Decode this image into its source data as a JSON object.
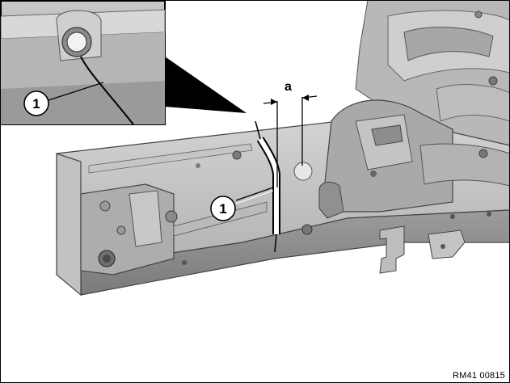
{
  "callouts": {
    "detail": "1",
    "main": "1"
  },
  "dimension": {
    "label": "a"
  },
  "figure_id": "RM41 00815"
}
